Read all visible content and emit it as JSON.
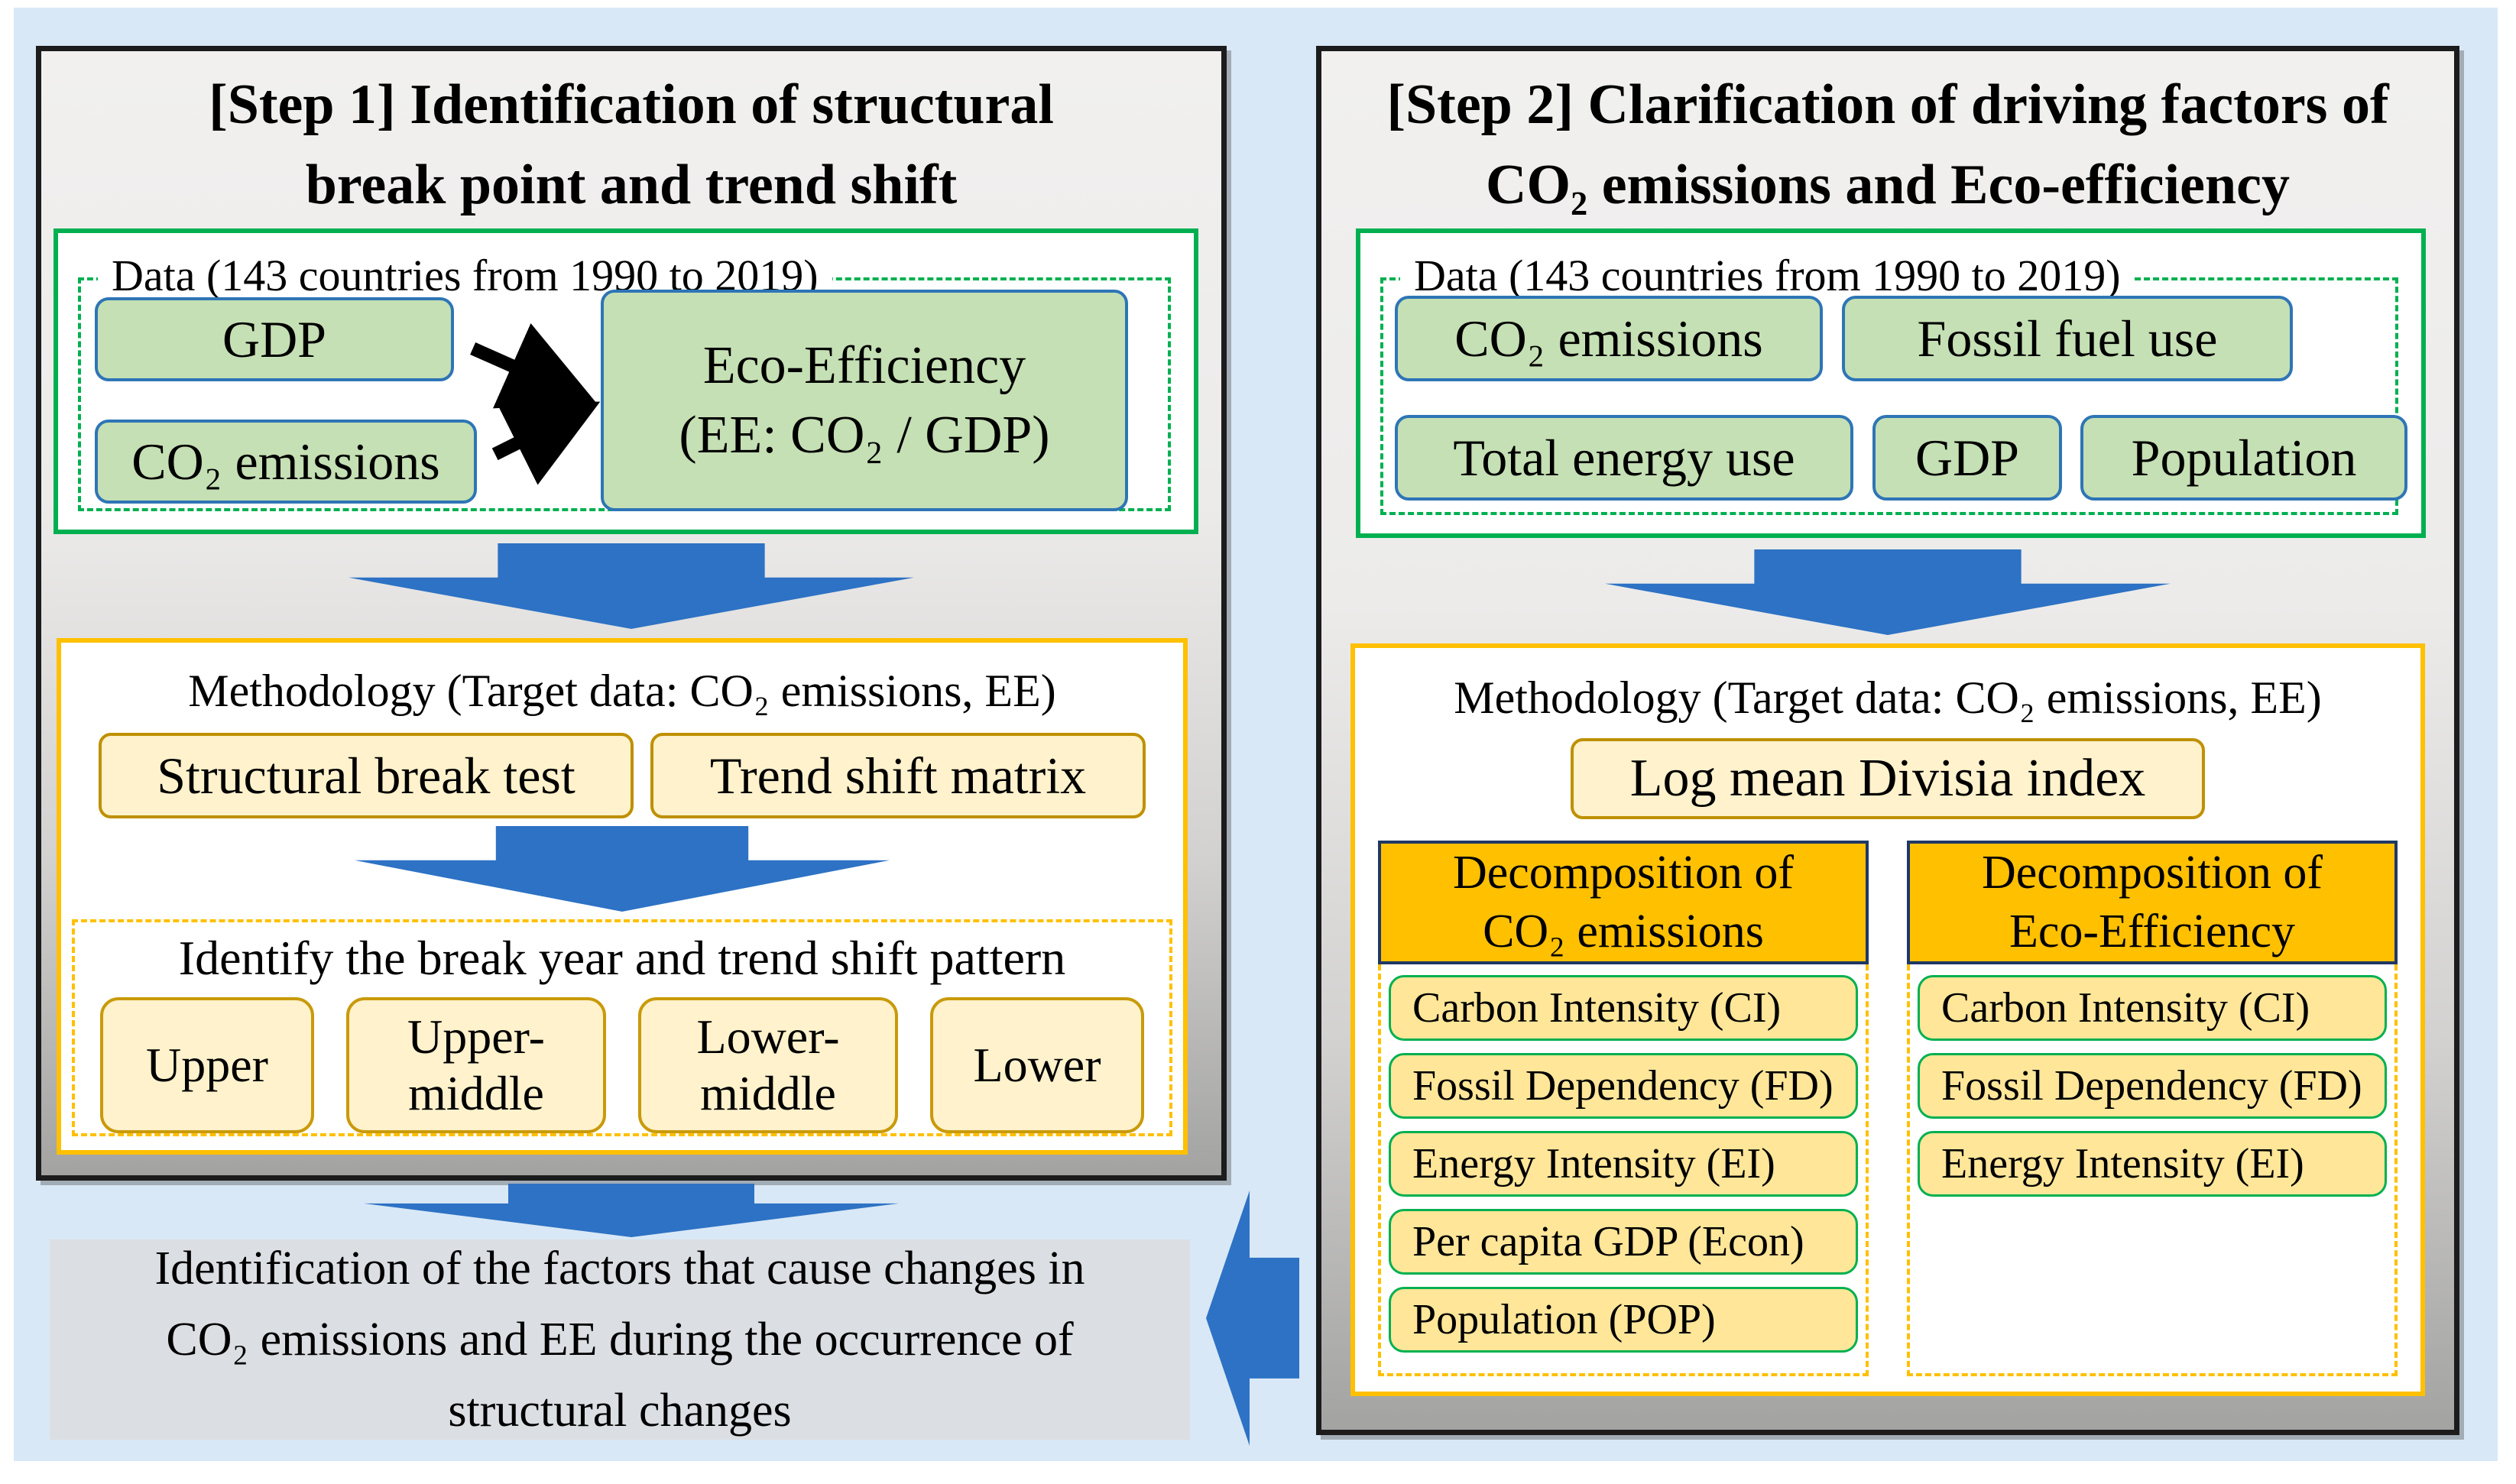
{
  "step1": {
    "title_line1": "[Step 1] Identification of structural",
    "title_line2": "break point and trend shift",
    "data": {
      "label": "Data (143 countries from 1990 to 2019)",
      "gdp": "GDP",
      "co2": "CO₂ emissions",
      "ee_line1": "Eco-Efficiency",
      "ee_line2": "(EE: CO₂ / GDP)"
    },
    "methodology": {
      "title": "Methodology (Target data: CO₂ emissions, EE)",
      "tool1": "Structural break test",
      "tool2": "Trend shift matrix",
      "identify_label": "Identify the break year and trend shift pattern",
      "categories": [
        {
          "line1": "Upper",
          "line2": ""
        },
        {
          "line1": "Upper-",
          "line2": "middle"
        },
        {
          "line1": "Lower-",
          "line2": "middle"
        },
        {
          "line1": "Lower",
          "line2": ""
        }
      ]
    },
    "result": {
      "line1": "Identification of the factors that cause changes in",
      "line2": "CO₂ emissions and EE during the occurrence of",
      "line3": "structural changes"
    }
  },
  "step2": {
    "title_line1": "[Step 2] Clarification of driving factors of",
    "title_line2": "CO₂ emissions and Eco-efficiency",
    "data": {
      "label": "Data (143 countries from 1990 to 2019)",
      "row1": [
        "CO₂ emissions",
        "Fossil fuel use"
      ],
      "row2": [
        "Total energy use",
        "GDP",
        "Population"
      ]
    },
    "methodology": {
      "title": "Methodology (Target data: CO₂ emissions, EE)",
      "method": "Log mean Divisia index",
      "columns": [
        {
          "header_line1": "Decomposition of",
          "header_line2": "CO₂ emissions",
          "items": [
            "Carbon Intensity (CI)",
            "Fossil Dependency (FD)",
            "Energy Intensity (EI)",
            "Per capita GDP (Econ)",
            "Population (POP)"
          ]
        },
        {
          "header_line1": "Decomposition of",
          "header_line2": "Eco-Efficiency",
          "items": [
            "Carbon Intensity (CI)",
            "Fossil Dependency (FD)",
            "Energy Intensity (EI)"
          ]
        }
      ]
    }
  },
  "colors": {
    "background": "#d9e8f6",
    "panel_border": "#1c1c1c",
    "green_border": "#00b050",
    "green_fill": "#c5e0b4",
    "green_box_border": "#2e75b6",
    "gold_border": "#ffc000",
    "cream_fill": "#fff2cc",
    "cream_border": "#bf9000",
    "item_fill": "#ffe699",
    "header_orange": "#ffc000",
    "header_navy_border": "#1f3864",
    "arrow_blue": "#2d72c4",
    "result_gray": "#dbdee3"
  }
}
